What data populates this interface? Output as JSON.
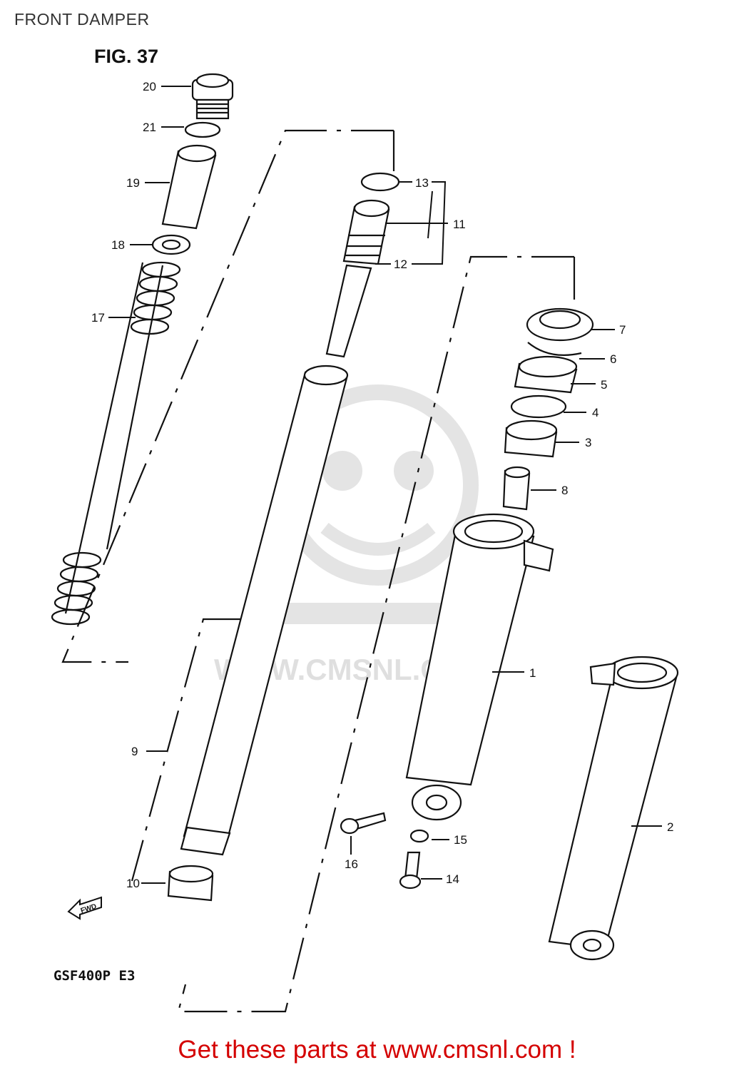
{
  "header": {
    "title": "FRONT DAMPER"
  },
  "figure": {
    "label": "FIG. 37"
  },
  "model": {
    "code": "GSF400P  E3"
  },
  "watermark": {
    "text": "WWW.CMSNL.COM"
  },
  "fwd_label": "FWD",
  "callouts": [
    "1",
    "2",
    "3",
    "4",
    "5",
    "6",
    "7",
    "8",
    "9",
    "10",
    "11",
    "12",
    "13",
    "14",
    "15",
    "16",
    "17",
    "18",
    "19",
    "20",
    "21"
  ],
  "footer": {
    "link_text": "Get these parts at www.cmsnl.com !",
    "link_color": "#d40000"
  }
}
